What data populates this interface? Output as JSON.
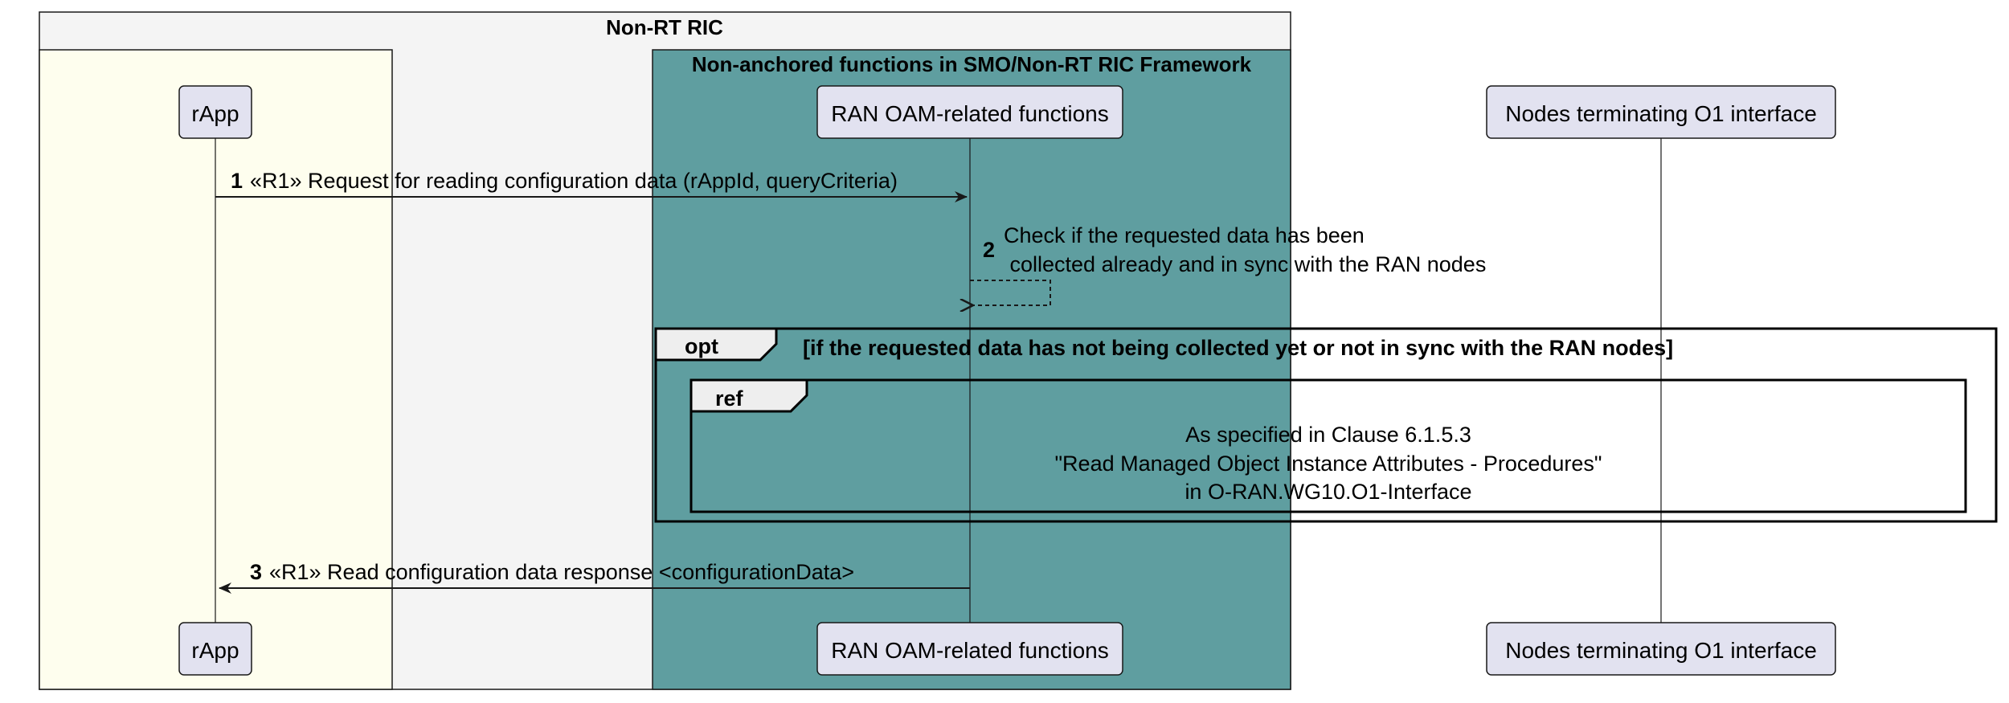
{
  "colors": {
    "outer_box_fill": "#f4f4f4",
    "rapp_box_fill": "#fefeee",
    "framework_box_fill": "#5f9ea0",
    "participant_fill": "#e2e2f0",
    "border": "#181818"
  },
  "boxes": {
    "outer_title": "Non-RT RIC",
    "framework_title": "Non-anchored functions in SMO/Non-RT RIC Framework"
  },
  "participants": {
    "rapp": "rApp",
    "ran_oam": "RAN OAM-related functions",
    "nodes_o1": "Nodes terminating O1 interface"
  },
  "messages": [
    {
      "num": "1",
      "text": "«R1» Request for reading configuration data (rAppId, queryCriteria)"
    },
    {
      "num": "2",
      "line1": "Check if the requested data has been",
      "line2": " collected already and in sync with the RAN nodes"
    },
    {
      "num": "3",
      "text": "«R1» Read configuration data response <configurationData>"
    }
  ],
  "opt": {
    "keyword": "opt",
    "condition": "[if the requested data has not being collected yet or not in sync with the RAN nodes]"
  },
  "ref": {
    "keyword": "ref",
    "lines": [
      "As specified in Clause 6.1.5.3",
      "\"Read Managed Object Instance Attributes - Procedures\"",
      "in O-RAN.WG10.O1-Interface"
    ]
  }
}
